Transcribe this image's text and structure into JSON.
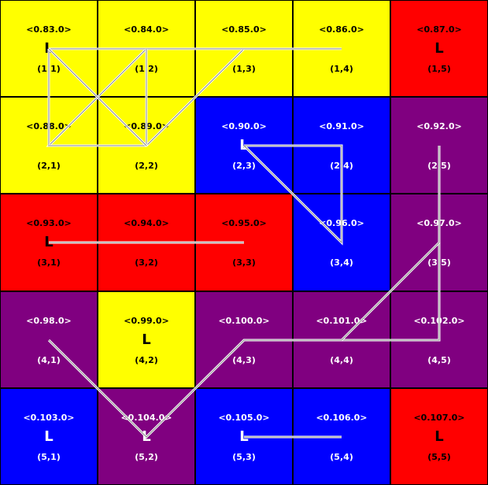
{
  "colors": {
    "yellow": "#ffff00",
    "red": "#ff0000",
    "blue": "#0000ff",
    "purple": "#800080",
    "dark_text": "#000000",
    "light_text": "#ffffff",
    "path": "#ffffff"
  },
  "grid": {
    "rows": 5,
    "cols": 5,
    "cells": [
      {
        "row": 1,
        "col": 1,
        "tag": "<0.83.0>",
        "coord": "(1,1)",
        "color": "yellow",
        "letter": "L"
      },
      {
        "row": 1,
        "col": 2,
        "tag": "<0.84.0>",
        "coord": "(1,2)",
        "color": "yellow",
        "letter": ""
      },
      {
        "row": 1,
        "col": 3,
        "tag": "<0.85.0>",
        "coord": "(1,3)",
        "color": "yellow",
        "letter": ""
      },
      {
        "row": 1,
        "col": 4,
        "tag": "<0.86.0>",
        "coord": "(1,4)",
        "color": "yellow",
        "letter": ""
      },
      {
        "row": 1,
        "col": 5,
        "tag": "<0.87.0>",
        "coord": "(1,5)",
        "color": "red",
        "letter": "L"
      },
      {
        "row": 2,
        "col": 1,
        "tag": "<0.88.0>",
        "coord": "(2,1)",
        "color": "yellow",
        "letter": ""
      },
      {
        "row": 2,
        "col": 2,
        "tag": "<0.89.0>",
        "coord": "(2,2)",
        "color": "yellow",
        "letter": ""
      },
      {
        "row": 2,
        "col": 3,
        "tag": "<0.90.0>",
        "coord": "(2,3)",
        "color": "blue",
        "letter": "L"
      },
      {
        "row": 2,
        "col": 4,
        "tag": "<0.91.0>",
        "coord": "(2,4)",
        "color": "blue",
        "letter": ""
      },
      {
        "row": 2,
        "col": 5,
        "tag": "<0.92.0>",
        "coord": "(2,5)",
        "color": "purple",
        "letter": ""
      },
      {
        "row": 3,
        "col": 1,
        "tag": "<0.93.0>",
        "coord": "(3,1)",
        "color": "red",
        "letter": "L"
      },
      {
        "row": 3,
        "col": 2,
        "tag": "<0.94.0>",
        "coord": "(3,2)",
        "color": "red",
        "letter": ""
      },
      {
        "row": 3,
        "col": 3,
        "tag": "<0.95.0>",
        "coord": "(3,3)",
        "color": "red",
        "letter": ""
      },
      {
        "row": 3,
        "col": 4,
        "tag": "<0.96.0>",
        "coord": "(3,4)",
        "color": "blue",
        "letter": ""
      },
      {
        "row": 3,
        "col": 5,
        "tag": "<0.97.0>",
        "coord": "(3,5)",
        "color": "purple",
        "letter": ""
      },
      {
        "row": 4,
        "col": 1,
        "tag": "<0.98.0>",
        "coord": "(4,1)",
        "color": "purple",
        "letter": ""
      },
      {
        "row": 4,
        "col": 2,
        "tag": "<0.99.0>",
        "coord": "(4,2)",
        "color": "yellow",
        "letter": "L"
      },
      {
        "row": 4,
        "col": 3,
        "tag": "<0.100.0>",
        "coord": "(4,3)",
        "color": "purple",
        "letter": ""
      },
      {
        "row": 4,
        "col": 4,
        "tag": "<0.101.0>",
        "coord": "(4,4)",
        "color": "purple",
        "letter": ""
      },
      {
        "row": 4,
        "col": 5,
        "tag": "<0.102.0>",
        "coord": "(4,5)",
        "color": "purple",
        "letter": ""
      },
      {
        "row": 5,
        "col": 1,
        "tag": "<0.103.0>",
        "coord": "(5,1)",
        "color": "blue",
        "letter": "L"
      },
      {
        "row": 5,
        "col": 2,
        "tag": "<0.104.0>",
        "coord": "(5,2)",
        "color": "purple",
        "letter": "L"
      },
      {
        "row": 5,
        "col": 3,
        "tag": "<0.105.0>",
        "coord": "(5,3)",
        "color": "blue",
        "letter": "L"
      },
      {
        "row": 5,
        "col": 4,
        "tag": "<0.106.0>",
        "coord": "(5,4)",
        "color": "blue",
        "letter": ""
      },
      {
        "row": 5,
        "col": 5,
        "tag": "<0.107.0>",
        "coord": "(5,5)",
        "color": "red",
        "letter": "L"
      }
    ]
  },
  "paths": [
    {
      "name": "path-yellow-region",
      "points": [
        [
          1,
          1
        ],
        [
          1,
          2
        ],
        [
          2,
          1
        ],
        [
          2,
          2
        ],
        [
          1,
          3
        ]
      ]
    },
    {
      "name": "path-yellow-top",
      "points": [
        [
          1,
          1
        ],
        [
          1,
          4
        ]
      ]
    },
    {
      "name": "path-yellow-left",
      "points": [
        [
          1,
          1
        ],
        [
          2,
          1
        ]
      ]
    },
    {
      "name": "path-yellow-mid",
      "points": [
        [
          1,
          2
        ],
        [
          2,
          2
        ]
      ]
    },
    {
      "name": "path-yellow-bottom",
      "points": [
        [
          2,
          1
        ],
        [
          2,
          2
        ]
      ]
    },
    {
      "name": "path-yellow-diag-back",
      "points": [
        [
          1,
          1
        ],
        [
          2,
          2
        ]
      ]
    },
    {
      "name": "path-blue-region",
      "points": [
        [
          2,
          3
        ],
        [
          2,
          4
        ],
        [
          3,
          4
        ],
        [
          2,
          3
        ]
      ]
    },
    {
      "name": "path-red-region",
      "points": [
        [
          3,
          1
        ],
        [
          3,
          3
        ]
      ]
    },
    {
      "name": "path-purple-region",
      "points": [
        [
          2,
          5
        ],
        [
          4,
          5
        ],
        [
          4,
          3
        ],
        [
          5,
          2
        ],
        [
          4,
          1
        ]
      ]
    },
    {
      "name": "path-purple-branch",
      "points": [
        [
          3,
          5
        ],
        [
          4,
          4
        ]
      ]
    },
    {
      "name": "path-blue-bottom",
      "points": [
        [
          5,
          3
        ],
        [
          5,
          4
        ]
      ]
    }
  ]
}
